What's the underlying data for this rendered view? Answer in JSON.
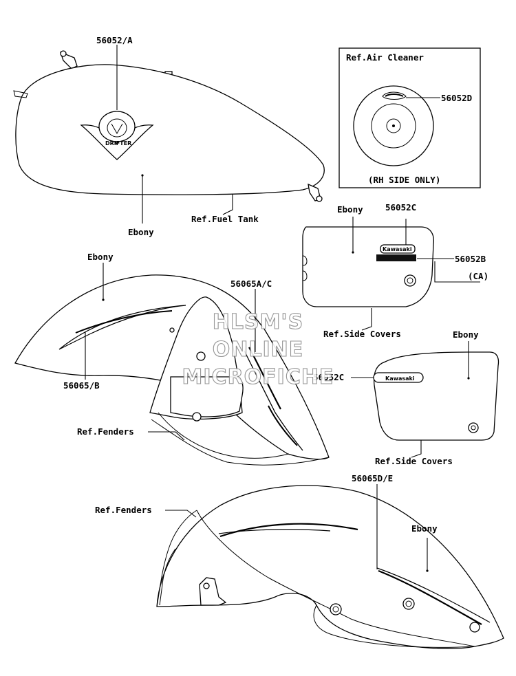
{
  "labels": {
    "tank_decal": "56052/A",
    "tank_color": "Ebony",
    "tank_ref": "Ref.Fuel Tank",
    "air_cleaner_ref": "Ref.Air Cleaner",
    "air_cleaner_decal": "56052D",
    "rh_side_only": "(RH SIDE ONLY)",
    "side_cover_color_upper": "Ebony",
    "side_cover_decal_c_upper": "56052C",
    "side_cover_decal_b": "56052B",
    "ca_note": "(CA)",
    "side_cover_ref_upper": "Ref.Side Covers",
    "front_fender_color": "Ebony",
    "front_fender_decal_ac": "56065A/C",
    "front_fender_decal_b": "56065/B",
    "front_fender_ref": "Ref.Fenders",
    "side_cover_color_lower": "Ebony",
    "side_cover_decal_c_lower": "56052C",
    "side_cover_ref_lower": "Ref.Side Covers",
    "rear_fender_decal_de": "56065D/E",
    "rear_fender_ref": "Ref.Fenders",
    "rear_fender_color": "Ebony"
  },
  "decal_text": {
    "drifter": "DRIFTER",
    "kawasaki": "Kawasaki"
  },
  "watermark": [
    "HLSM'S",
    "ONLINE",
    "MICROFICHE"
  ]
}
